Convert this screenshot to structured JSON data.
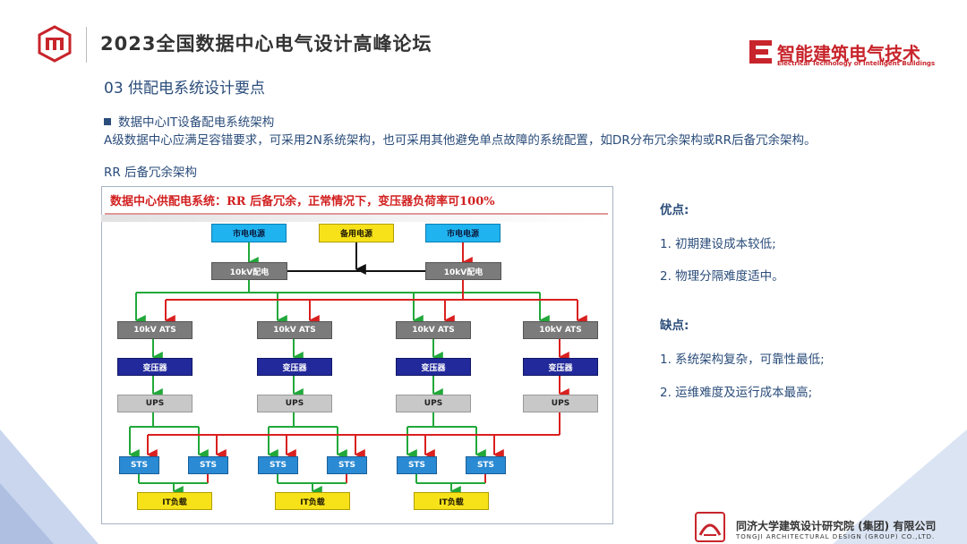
{
  "header": {
    "title": "2023全国数据中心电气设计高峰论坛",
    "brand_cn": "智能建筑电气技术",
    "brand_en": "Electrical Technology of Intelligent Buildings"
  },
  "section_title": "03  供配电系统设计要点",
  "bullet_heading": "数据中心IT设备配电系统架构",
  "description": "A级数据中心应满足容错要求，可采用2N系统架构，也可采用其他避免单点故障的系统配置，如DR分布冗余架构或RR后备冗余架构。",
  "diagram_label": "RR 后备冗余架构",
  "diagram": {
    "title": "数据中心供配电系统：RR 后备冗余，正常情况下，变压器负荷率可100%",
    "sources": [
      "市电电源",
      "备用电源",
      "市电电源"
    ],
    "mv": [
      "10kV配电",
      "10kV配电"
    ],
    "ats": [
      "10kV ATS",
      "10kV ATS",
      "10kV ATS",
      "10kV ATS"
    ],
    "transformers": [
      "变压器",
      "变压器",
      "变压器",
      "变压器"
    ],
    "ups": [
      "UPS",
      "UPS",
      "UPS",
      "UPS"
    ],
    "sts": [
      "STS",
      "STS",
      "STS",
      "STS",
      "STS",
      "STS"
    ],
    "loads": [
      "IT负载",
      "IT负载",
      "IT负载"
    ],
    "colors": {
      "primary_path": "#22a83a",
      "backup_path": "#d9201f",
      "neutral_path": "#111111"
    }
  },
  "pros": {
    "heading": "优点:",
    "items": [
      "1. 初期建设成本较低;",
      "2. 物理分隔难度适中。"
    ]
  },
  "cons": {
    "heading": "缺点:",
    "items": [
      "1.  系统架构复杂，可靠性最低;",
      "2.  运维难度及运行成本最高;"
    ]
  },
  "footer": {
    "org_cn": "同济大学建筑设计研究院 (集团) 有限公司",
    "org_en": "TONGJI ARCHITECTURAL DESIGN (GROUP) CO.,LTD."
  },
  "theme": {
    "accent_text": "#2a4c7a",
    "brand_red": "#c8242b",
    "decor_blue": "#cdd9ee"
  }
}
